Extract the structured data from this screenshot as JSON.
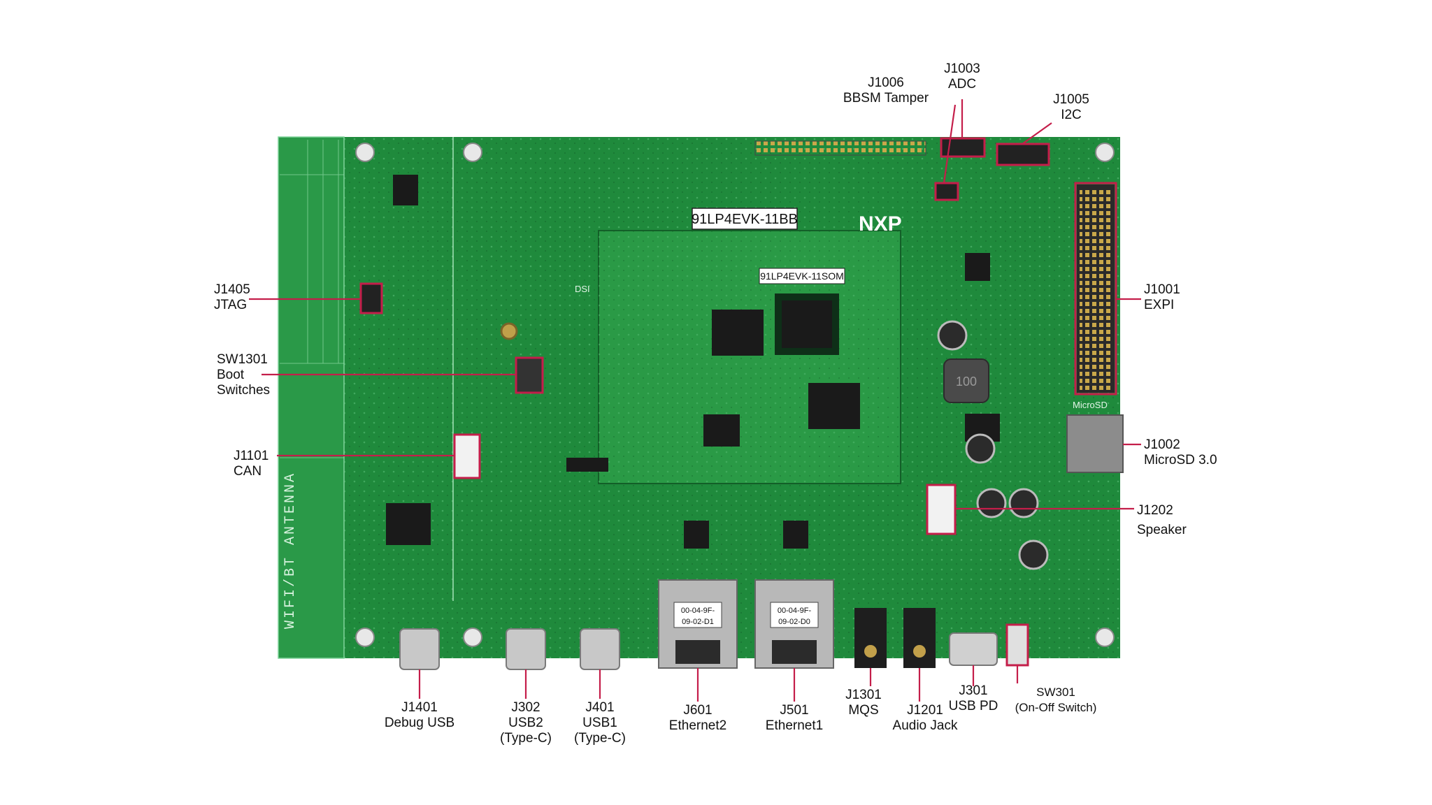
{
  "board": {
    "silkscreen_label": "91LP4EVK-11BB",
    "som_label": "91LP4EVK-11SOM",
    "brand_logo": "NXP",
    "antenna_text": "WIFI/BT ANTENNA",
    "inductor_marking": "100",
    "microsd_silk": "MicroSD",
    "dsi_silk": "DSI",
    "mac_label_1": [
      "00-04-9F-",
      "09-02-D1"
    ],
    "mac_label_2": [
      "00-04-9F-",
      "09-02-D0"
    ]
  },
  "callouts": {
    "j1006": {
      "id": "J1006",
      "name": "BBSM Tamper"
    },
    "j1003": {
      "id": "J1003",
      "name": "ADC"
    },
    "j1005": {
      "id": "J1005",
      "name": "I2C"
    },
    "j1405": {
      "id": "J1405",
      "name": "JTAG"
    },
    "sw1301": {
      "id": "SW1301",
      "name": "Boot",
      "name2": "Switches"
    },
    "j1101": {
      "id": "J1101",
      "name": "CAN"
    },
    "j1001": {
      "id": "J1001",
      "name": "EXPI"
    },
    "j1002": {
      "id": "J1002",
      "name": "MicroSD 3.0"
    },
    "j1202": {
      "id": "J1202",
      "name": "Speaker"
    },
    "j1401": {
      "id": "J1401",
      "name": "Debug USB"
    },
    "j302": {
      "id": "J302",
      "name": "USB2",
      "name2": "(Type-C)"
    },
    "j401": {
      "id": "J401",
      "name": "USB1",
      "name2": "(Type-C)"
    },
    "j601": {
      "id": "J601",
      "name": "Ethernet2"
    },
    "j501": {
      "id": "J501",
      "name": "Ethernet1"
    },
    "j1301": {
      "id": "J1301",
      "name": "MQS"
    },
    "j1201": {
      "id": "J1201",
      "name": "Audio Jack"
    },
    "j301": {
      "id": "J301",
      "name": "USB PD"
    },
    "sw301": {
      "id": "SW301",
      "name": "(On-Off Switch)"
    }
  },
  "colors": {
    "pcb": "#1f8a3c",
    "pcb_dark": "#146b2c",
    "som": "#2a9a46",
    "chip": "#1a1a1a",
    "highlight": "#c41e4a",
    "leader": "#c41e4a",
    "text": "#111111"
  }
}
